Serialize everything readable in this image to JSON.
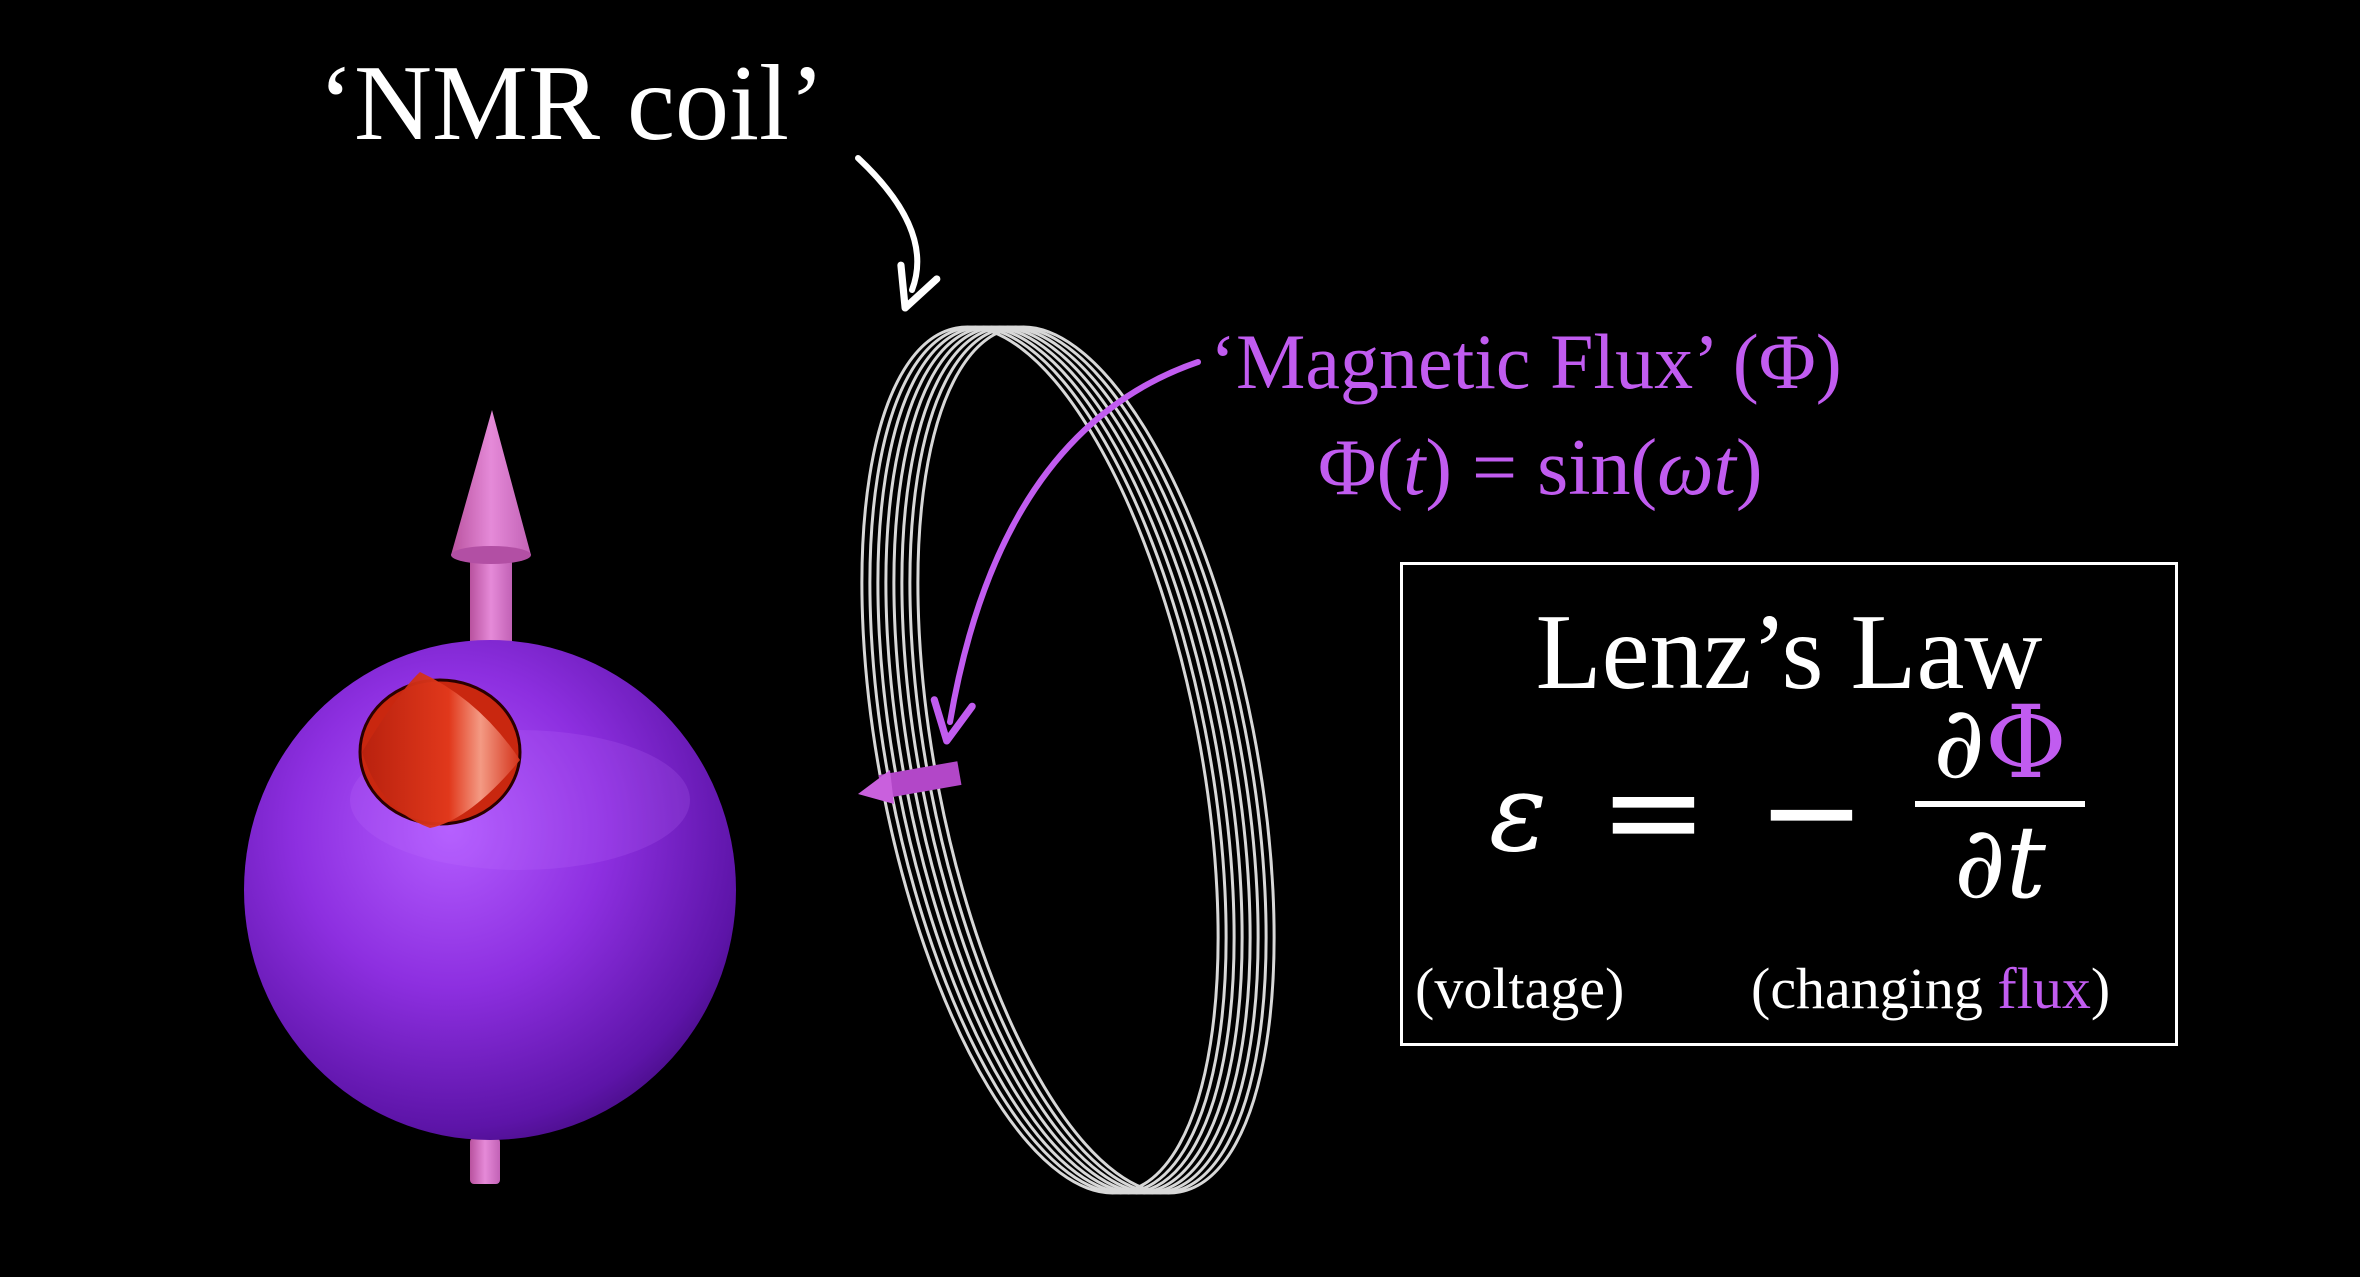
{
  "labels": {
    "coil_title": "‘NMR coil’",
    "flux_title": "‘Magnetic Flux’ (Φ)",
    "flux_eq_lhs": "Φ(",
    "flux_eq_t": "t",
    "flux_eq_mid": ") = sin(",
    "flux_eq_wt": "ωt",
    "flux_eq_end": ")"
  },
  "lenz": {
    "title": "Lenz’s Law",
    "epsilon": "ε",
    "equals": "=",
    "minus": "−",
    "num_partial": "∂",
    "num_phi": "Φ",
    "den": "∂t",
    "left_label": "(voltage)",
    "right_open": "(changing ",
    "right_flux": "flux",
    "right_close": ")"
  },
  "colors": {
    "background": "#000000",
    "text": "#ffffff",
    "flux_purple": "#c15cf0",
    "sphere_purple": "#8b2fd6",
    "cone_red": "#d8311a",
    "arrow_pink": "#d97bd3",
    "coil_gray": "#cfcfcf"
  }
}
